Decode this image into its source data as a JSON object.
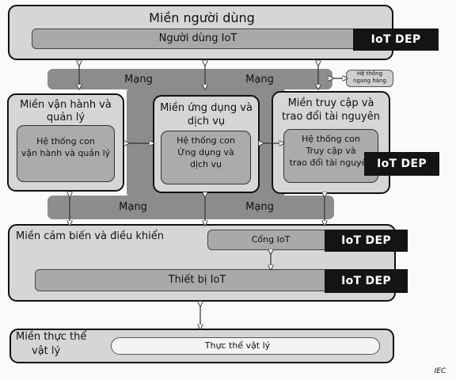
{
  "user_domain": {
    "title": "Miền người dùng",
    "entity": "Người dùng IoT"
  },
  "dep": {
    "label": "IoT DEP"
  },
  "network": {
    "label": "Mạng"
  },
  "peer_system": {
    "label_line1": "Hệ thống",
    "label_line2": "ngang hàng"
  },
  "ops_domain": {
    "title_line1": "Miền vận hành và",
    "title_line2": "quản lý",
    "sub_line1": "Hệ thống con",
    "sub_line2": "vận hành và quản lý"
  },
  "app_domain": {
    "title_line1": "Miền ứng dụng và",
    "title_line2": "dịch vụ",
    "sub_line1": "Hệ thống con",
    "sub_line2": "Ứng dụng và",
    "sub_line3": "dịch vụ"
  },
  "access_domain": {
    "title_line1": "Miền truy cập và",
    "title_line2": "trao đổi tài nguyên",
    "sub_line1": "Hệ thống con",
    "sub_line2": "Truy cập và",
    "sub_line3": "trao đổi tài nguyên"
  },
  "sensing_domain": {
    "title": "Miền cảm biến và điều khiển",
    "gateway": "Cổng IoT",
    "device": "Thiết bị IoT"
  },
  "physical_domain": {
    "title_line1": "Miền thực thể",
    "title_line2": "vật lý",
    "entity": "Thực thể vật lý"
  },
  "source": "IEC",
  "colors": {
    "dep_bg": "#141414",
    "network": "#8c8c8c",
    "domain_bg": "#d6d6d6"
  }
}
